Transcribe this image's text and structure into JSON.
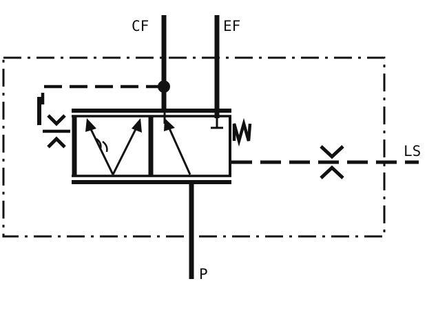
{
  "diagram": {
    "ports": {
      "cf": "CF",
      "ef": "EF",
      "ls": "LS",
      "p": "P"
    },
    "colors": {
      "line": "#111111",
      "background": "#ffffff"
    }
  }
}
